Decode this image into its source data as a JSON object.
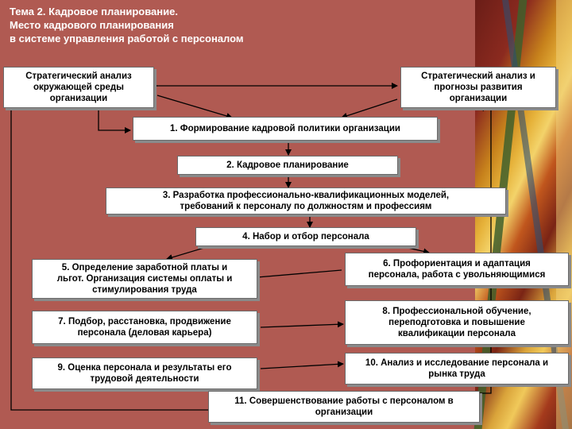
{
  "title": {
    "line1": "Тема 2. Кадровое планирование.",
    "line2": "Место кадрового планирования",
    "line3": "в системе управления работой с персоналом"
  },
  "boxes": {
    "env_analysis": [
      "Стратегический анализ",
      "окружающей среды",
      "организации"
    ],
    "dev_analysis": [
      "Стратегический анализ и",
      "прогнозы развития",
      "организации"
    ],
    "step1": [
      "1. Формирование кадровой политики организации"
    ],
    "step2": [
      "2. Кадровое планирование"
    ],
    "step3": [
      "3. Разработка профессионально-квалификационных моделей,",
      "требований к персоналу по должностям и профессиям"
    ],
    "step4": [
      "4. Набор и отбор персонала"
    ],
    "step5": [
      "5. Определение заработной платы и",
      "льгот. Организация системы оплаты и",
      "стимулирования труда"
    ],
    "step6": [
      "6. Профориентация и адаптация",
      "персонала, работа с увольняющимися"
    ],
    "step7": [
      "7. Подбор, расстановка, продвижение",
      "персонала (деловая карьера)"
    ],
    "step8": [
      "8. Профессиональной обучение,",
      "переподготовка и повышение",
      "квалификации персонала"
    ],
    "step9": [
      "9. Оценка персонала и результаты его",
      "трудовой деятельности"
    ],
    "step10": [
      "10. Анализ и исследование персонала и",
      "рынка труда"
    ],
    "step11": [
      "11. Совершенствование работы с персоналом в",
      "организации"
    ]
  }
}
